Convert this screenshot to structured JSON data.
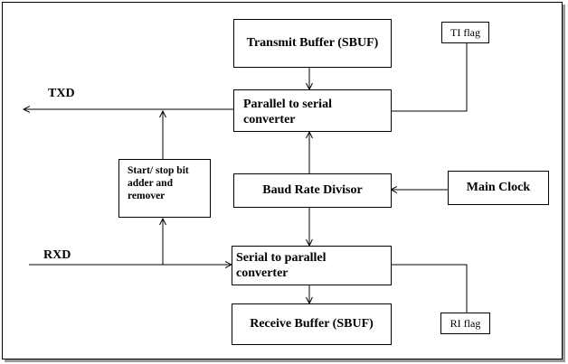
{
  "blocks": {
    "transmit_buffer": "Transmit Buffer (SBUF)",
    "ti_flag": "TI flag",
    "parallel_to_serial": "Parallel to serial converter",
    "start_stop": "Start/ stop bit adder and remover",
    "baud_rate_divisor": "Baud Rate Divisor",
    "main_clock": "Main Clock",
    "serial_to_parallel": "Serial to parallel converter",
    "receive_buffer": "Receive Buffer (SBUF)",
    "ri_flag": "RI flag"
  },
  "signals": {
    "txd": "TXD",
    "rxd": "RXD"
  },
  "colors": {
    "line": "#000000",
    "shadow": "#9a9a9a"
  }
}
